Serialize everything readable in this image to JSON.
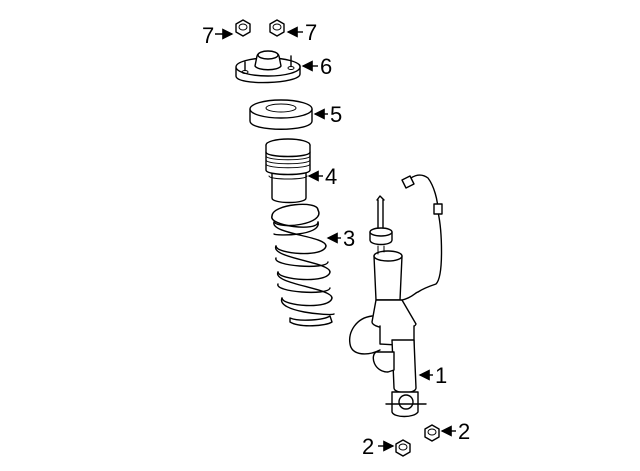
{
  "callouts": [
    {
      "id": "c7a",
      "label": "7"
    },
    {
      "id": "c7b",
      "label": "7"
    },
    {
      "id": "c6",
      "label": "6"
    },
    {
      "id": "c5",
      "label": "5"
    },
    {
      "id": "c4",
      "label": "4"
    },
    {
      "id": "c3",
      "label": "3"
    },
    {
      "id": "c1",
      "label": "1"
    },
    {
      "id": "c2a",
      "label": "2"
    },
    {
      "id": "c2b",
      "label": "2"
    }
  ]
}
